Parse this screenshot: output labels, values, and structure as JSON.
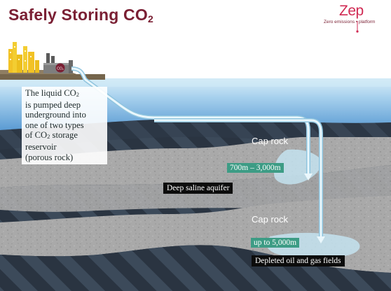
{
  "title": {
    "text": "Safely Storing CO",
    "subscript": "2"
  },
  "logo": {
    "word": "Zep",
    "tagline": "Zero emissions • platform"
  },
  "callout": {
    "line1": "The liquid CO",
    "line1_sub": "2",
    "line2": "is pumped deep",
    "line3": "underground into",
    "line4": "one of two types",
    "line5_pre": "of CO",
    "line5_sub": "2",
    "line5_post": " storage",
    "line6": "reservoir",
    "line7": "(porous rock)"
  },
  "plant_badge": "CO₂",
  "cap_rock_upper": "Cap rock",
  "depth_saline": "700m – 3,000m",
  "label_saline": "Deep saline aquifer",
  "cap_rock_lower": "Cap rock",
  "depth_depleted": "up to 5,000m",
  "label_depleted": "Depleted oil and gas fields",
  "colors": {
    "title": "#7a1f33",
    "logo": "#d02a53",
    "sea": "#5b9bd3",
    "rock_light": "#a9a9a9",
    "rock_dark": "#2a3441",
    "pipe": "#d6ecf6",
    "depth_tag": "#3d9c85"
  }
}
